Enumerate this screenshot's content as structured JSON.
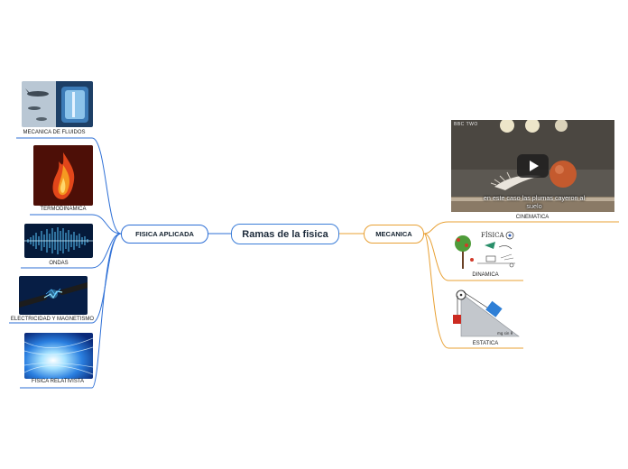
{
  "central_topic": "Ramas de la fisica",
  "branches": {
    "left": {
      "label": "FISICA APLICADA",
      "color": "#2d6fd6",
      "children": [
        {
          "label": "MECANICA DE FLUIDOS",
          "icon": "fluid-mechanics-image"
        },
        {
          "label": "TERMODINAMICA",
          "icon": "fire-image"
        },
        {
          "label": "ONDAS",
          "icon": "sound-wave-image"
        },
        {
          "label": "ELECTRICIDAD Y MAGNETISMO",
          "icon": "electric-cable-image"
        },
        {
          "label": "FISICA RELATIVISTA",
          "icon": "light-tunnel-image"
        }
      ]
    },
    "right": {
      "label": "MECANICA",
      "color": "#e8a033",
      "children": [
        {
          "label": "CINEMATICA",
          "icon": "video-thumbnail"
        },
        {
          "label": "DINAMICA",
          "icon": "dynamics-sketch-image"
        },
        {
          "label": "ESTATICA",
          "icon": "inclined-plane-diagram"
        }
      ]
    }
  },
  "video": {
    "caption": "en este caso las plumas cayeron al suelo",
    "channel_logo": "BBC TWO"
  },
  "dynamics_sketch_text": "FÍSICA",
  "statics_sketch_text": "mg sin θ"
}
